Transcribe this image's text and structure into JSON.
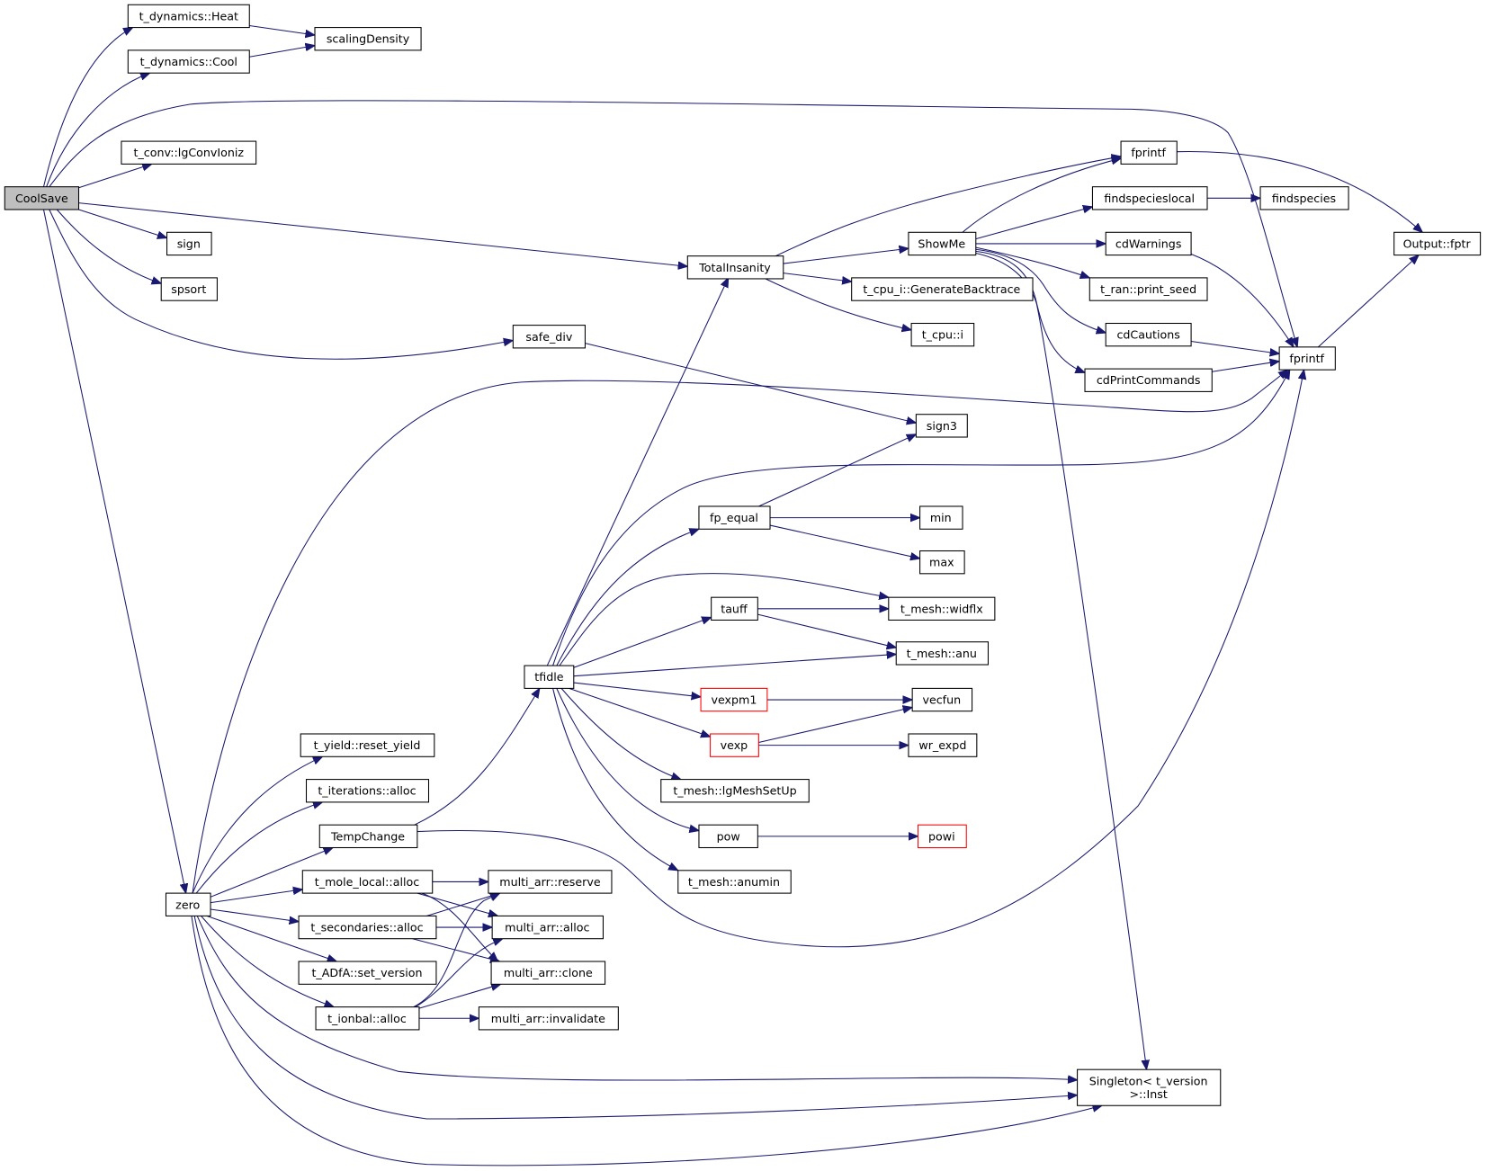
{
  "diagram": {
    "type": "call-graph",
    "root": "CoolSave",
    "colors": {
      "edge": "#191970",
      "root_fill": "#bfbfbf",
      "node_border": "#000000",
      "undocumented_border": "#ff0000"
    },
    "nodes": {
      "coolsave": "CoolSave",
      "t_dynamics_heat": "t_dynamics::Heat",
      "t_dynamics_cool": "t_dynamics::Cool",
      "scalingdensity": "scalingDensity",
      "t_conv_lgconvioniz": "t_conv::lgConvIoniz",
      "sign": "sign",
      "spsort": "spsort",
      "safe_div": "safe_div",
      "totalinsanity": "TotalInsanity",
      "showme": "ShowMe",
      "generatebacktrace": "t_cpu_i::GenerateBacktrace",
      "t_cpu_i": "t_cpu::i",
      "fprintf_upper": "fprintf",
      "findspecieslocal": "findspecieslocal",
      "findspecies": "findspecies",
      "output_fptr": "Output::fptr",
      "cdwarnings": "cdWarnings",
      "print_seed": "t_ran::print_seed",
      "cdcautions": "cdCautions",
      "cdprintcommands": "cdPrintCommands",
      "fprintf_lower": "fprintf",
      "sign3": "sign3",
      "fp_equal": "fp_equal",
      "min": "min",
      "max": "max",
      "tauff": "tauff",
      "widflx": "t_mesh::widflx",
      "anu": "t_mesh::anu",
      "tfidle": "tfidle",
      "vexpm1": "vexpm1",
      "vecfun": "vecfun",
      "vexp": "vexp",
      "wr_expd": "wr_expd",
      "lgmeshsetup": "t_mesh::lgMeshSetUp",
      "pow": "pow",
      "powi": "powi",
      "anumin": "t_mesh::anumin",
      "reset_yield": "t_yield::reset_yield",
      "iterations_alloc": "t_iterations::alloc",
      "tempchange": "TempChange",
      "zero": "zero",
      "mole_local_alloc": "t_mole_local::alloc",
      "multi_arr_reserve": "multi_arr::reserve",
      "secondaries_alloc": "t_secondaries::alloc",
      "multi_arr_alloc": "multi_arr::alloc",
      "adfa_set_version": "t_ADfA::set_version",
      "multi_arr_clone": "multi_arr::clone",
      "ionbal_alloc": "t_ionbal::alloc",
      "multi_arr_invalidate": "multi_arr::invalidate",
      "singleton_line1": "Singleton< t_version",
      "singleton_line2": ">::Inst"
    },
    "undocumented": [
      "vexpm1",
      "vexp",
      "powi"
    ],
    "edges": [
      [
        "CoolSave",
        "t_dynamics::Heat"
      ],
      [
        "CoolSave",
        "t_dynamics::Cool"
      ],
      [
        "CoolSave",
        "fprintf (lower)"
      ],
      [
        "CoolSave",
        "t_conv::lgConvIoniz"
      ],
      [
        "CoolSave",
        "TotalInsanity"
      ],
      [
        "CoolSave",
        "sign"
      ],
      [
        "CoolSave",
        "spsort"
      ],
      [
        "CoolSave",
        "safe_div"
      ],
      [
        "CoolSave",
        "zero"
      ],
      [
        "t_dynamics::Heat",
        "scalingDensity"
      ],
      [
        "t_dynamics::Cool",
        "scalingDensity"
      ],
      [
        "TotalInsanity",
        "fprintf (upper)"
      ],
      [
        "TotalInsanity",
        "ShowMe"
      ],
      [
        "TotalInsanity",
        "t_cpu_i::GenerateBacktrace"
      ],
      [
        "TotalInsanity",
        "t_cpu::i"
      ],
      [
        "ShowMe",
        "fprintf (upper)"
      ],
      [
        "ShowMe",
        "findspecieslocal"
      ],
      [
        "ShowMe",
        "cdWarnings"
      ],
      [
        "ShowMe",
        "t_ran::print_seed"
      ],
      [
        "ShowMe",
        "cdCautions"
      ],
      [
        "ShowMe",
        "cdPrintCommands"
      ],
      [
        "ShowMe",
        "Singleton< t_version >::Inst"
      ],
      [
        "fprintf (upper)",
        "Output::fptr"
      ],
      [
        "findspecieslocal",
        "findspecies"
      ],
      [
        "cdWarnings",
        "fprintf (lower)"
      ],
      [
        "cdCautions",
        "fprintf (lower)"
      ],
      [
        "cdPrintCommands",
        "fprintf (lower)"
      ],
      [
        "fprintf (lower)",
        "Output::fptr"
      ],
      [
        "safe_div",
        "sign3"
      ],
      [
        "fp_equal",
        "sign3"
      ],
      [
        "fp_equal",
        "min"
      ],
      [
        "fp_equal",
        "max"
      ],
      [
        "tauff",
        "t_mesh::widflx"
      ],
      [
        "tauff",
        "t_mesh::anu"
      ],
      [
        "tfidle",
        "TotalInsanity"
      ],
      [
        "tfidle",
        "fprintf (lower)"
      ],
      [
        "tfidle",
        "fp_equal"
      ],
      [
        "tfidle",
        "t_mesh::widflx"
      ],
      [
        "tfidle",
        "tauff"
      ],
      [
        "tfidle",
        "t_mesh::anu"
      ],
      [
        "tfidle",
        "vexpm1"
      ],
      [
        "tfidle",
        "vexp"
      ],
      [
        "tfidle",
        "t_mesh::lgMeshSetUp"
      ],
      [
        "tfidle",
        "pow"
      ],
      [
        "tfidle",
        "t_mesh::anumin"
      ],
      [
        "vexpm1",
        "vecfun"
      ],
      [
        "vexp",
        "vecfun"
      ],
      [
        "vexp",
        "wr_expd"
      ],
      [
        "pow",
        "powi"
      ],
      [
        "zero",
        "fprintf (lower)"
      ],
      [
        "zero",
        "t_yield::reset_yield"
      ],
      [
        "zero",
        "t_iterations::alloc"
      ],
      [
        "zero",
        "TempChange"
      ],
      [
        "zero",
        "t_mole_local::alloc"
      ],
      [
        "zero",
        "t_secondaries::alloc"
      ],
      [
        "zero",
        "t_ADfA::set_version"
      ],
      [
        "zero",
        "t_ionbal::alloc"
      ],
      [
        "zero",
        "Singleton< t_version >::Inst"
      ],
      [
        "TempChange",
        "tfidle"
      ],
      [
        "TempChange",
        "fprintf (lower)"
      ],
      [
        "t_mole_local::alloc",
        "multi_arr::reserve"
      ],
      [
        "t_mole_local::alloc",
        "multi_arr::alloc"
      ],
      [
        "t_mole_local::alloc",
        "multi_arr::clone"
      ],
      [
        "t_secondaries::alloc",
        "multi_arr::reserve"
      ],
      [
        "t_secondaries::alloc",
        "multi_arr::alloc"
      ],
      [
        "t_secondaries::alloc",
        "multi_arr::clone"
      ],
      [
        "t_ionbal::alloc",
        "multi_arr::reserve"
      ],
      [
        "t_ionbal::alloc",
        "multi_arr::alloc"
      ],
      [
        "t_ionbal::alloc",
        "multi_arr::clone"
      ],
      [
        "t_ionbal::alloc",
        "multi_arr::invalidate"
      ]
    ]
  }
}
